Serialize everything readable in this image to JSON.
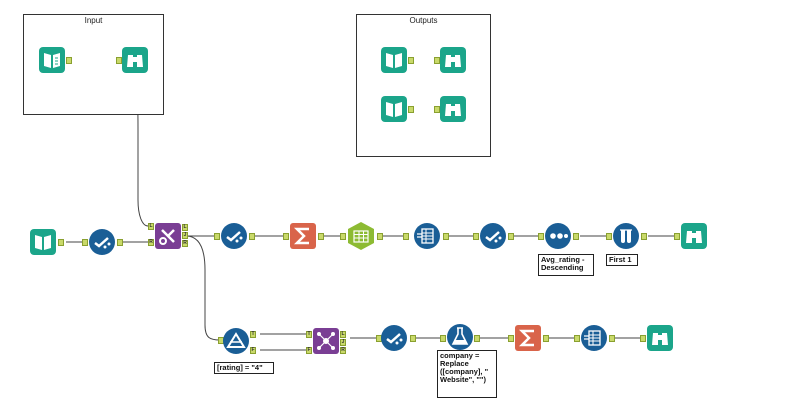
{
  "containers": {
    "input_title": "Input",
    "outputs_title": "Outputs"
  },
  "annotations": {
    "sort": "Avg_rating - Descending",
    "sample": "First 1",
    "filter": "[rating] = \"4\"",
    "formula": "company = Replace ([company], \" Website\", \"\")"
  },
  "anchors": {
    "join_left": "L",
    "join_right": "R",
    "join_out_l": "L",
    "join_out_j": "J",
    "join_out_r": "R",
    "filter_true": "T",
    "filter_false": "F",
    "union_t": "T",
    "union_f": "F"
  },
  "colors": {
    "input_green": "#1ba58a",
    "prep_blue": "#1a5e96",
    "join_purple": "#7a3e94",
    "summarize_orange": "#d9644a",
    "transform_lime": "#8dbb33",
    "anchor": "#c9d96a"
  },
  "tools": [
    "input-data-icon",
    "browse-icon",
    "select-icon",
    "join-icon",
    "summarize-icon",
    "cross-tab-icon",
    "record-id-icon",
    "sort-icon",
    "sample-icon",
    "filter-icon",
    "union-icon",
    "formula-icon"
  ]
}
